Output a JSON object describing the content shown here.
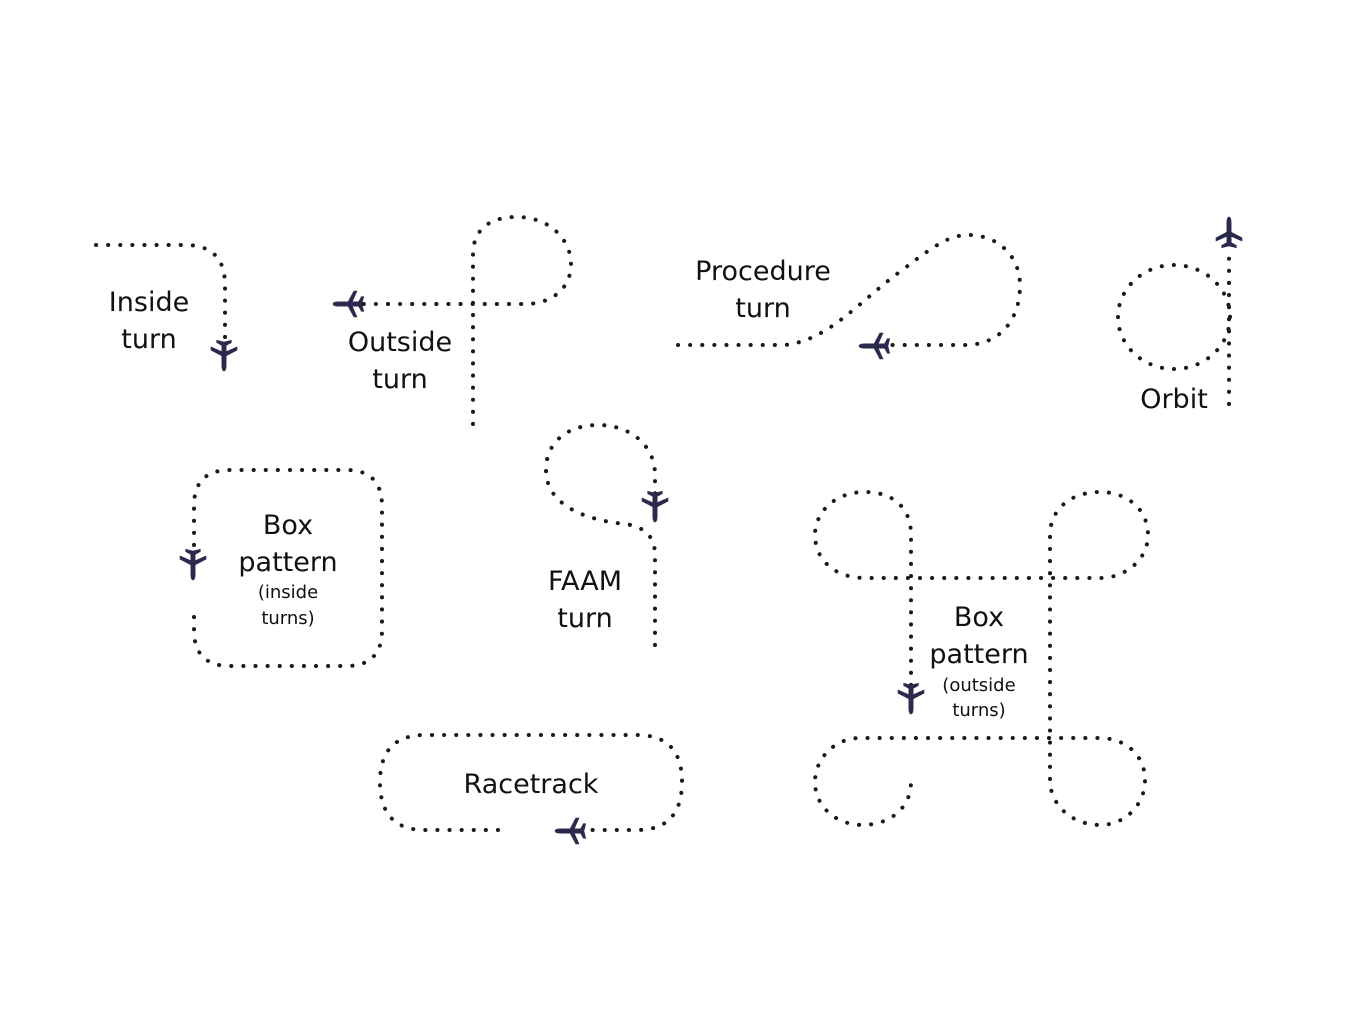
{
  "patterns": {
    "inside_turn": {
      "line1": "Inside",
      "line2": "turn"
    },
    "outside_turn": {
      "line1": "Outside",
      "line2": "turn"
    },
    "procedure_turn": {
      "line1": "Procedure",
      "line2": "turn"
    },
    "orbit": {
      "line1": "Orbit"
    },
    "box_inside": {
      "line1": "Box",
      "line2": "pattern",
      "line3": "(inside",
      "line4": "turns)"
    },
    "faam_turn": {
      "line1": "FAAM",
      "line2": "turn"
    },
    "box_outside": {
      "line1": "Box",
      "line2": "pattern",
      "line3": "(outside",
      "line4": "turns)"
    },
    "racetrack": {
      "line1": "Racetrack"
    }
  },
  "icons": {
    "aircraft": "airplane-icon"
  },
  "colors": {
    "aircraft": "#2b2a4c",
    "track": "#1a1a1a",
    "text": "#111111"
  }
}
